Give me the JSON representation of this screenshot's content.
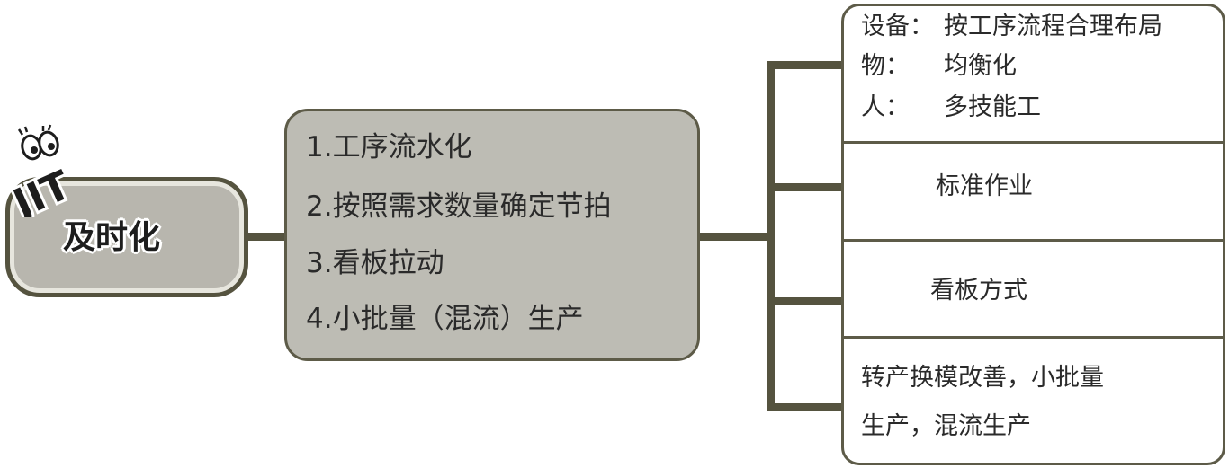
{
  "root": {
    "badge": "JIT",
    "label": "及时化"
  },
  "middle": {
    "items": [
      "1.工序流水化",
      "2.按照需求数量确定节拍",
      "3.看板拉动",
      "4.小批量（混流）生产"
    ]
  },
  "right": {
    "box1": {
      "rows": [
        {
          "key": "设备：",
          "value": "按工序流程合理布局"
        },
        {
          "key": "物：",
          "value": "均衡化"
        },
        {
          "key": "人：",
          "value": "多技能工"
        }
      ]
    },
    "box2": "标准作业",
    "box3": "看板方式",
    "box4": {
      "line1": "转产换模改善，小批量",
      "line2": "生产，混流生产"
    }
  },
  "colors": {
    "node_fill": "#bdbcb4",
    "border": "#5d5b48",
    "connector": "#55533f"
  }
}
